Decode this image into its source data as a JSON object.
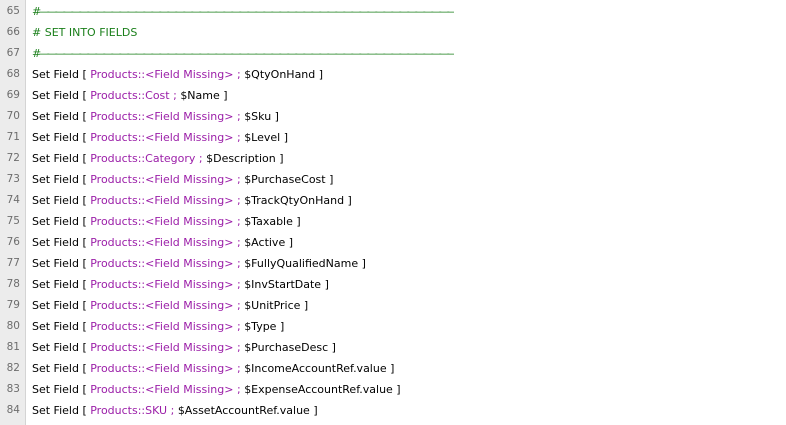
{
  "editor": {
    "lines": [
      {
        "num": "65",
        "kind": "comment",
        "text": "# ———————————————————————————————————————————————————————"
      },
      {
        "num": "66",
        "kind": "comment",
        "text": "# SET INTO FIELDS"
      },
      {
        "num": "67",
        "kind": "comment",
        "text": "# ———————————————————————————————————————————————————————"
      },
      {
        "num": "68",
        "kind": "step",
        "step": "Set Field [ ",
        "field": "Products::<Field Missing>",
        "sep": " ; ",
        "value": "$QtyOnHand ]"
      },
      {
        "num": "69",
        "kind": "step",
        "step": "Set Field [ ",
        "field": "Products::Cost",
        "sep": " ; ",
        "value": "$Name ]"
      },
      {
        "num": "70",
        "kind": "step",
        "step": "Set Field [ ",
        "field": "Products::<Field Missing>",
        "sep": " ; ",
        "value": "$Sku ]"
      },
      {
        "num": "71",
        "kind": "step",
        "step": "Set Field [ ",
        "field": "Products::<Field Missing>",
        "sep": " ; ",
        "value": "$Level ]"
      },
      {
        "num": "72",
        "kind": "step",
        "step": "Set Field [ ",
        "field": "Products::Category",
        "sep": " ; ",
        "value": "$Description ]"
      },
      {
        "num": "73",
        "kind": "step",
        "step": "Set Field [ ",
        "field": "Products::<Field Missing>",
        "sep": " ; ",
        "value": "$PurchaseCost ]"
      },
      {
        "num": "74",
        "kind": "step",
        "step": "Set Field [ ",
        "field": "Products::<Field Missing>",
        "sep": " ; ",
        "value": "$TrackQtyOnHand ]"
      },
      {
        "num": "75",
        "kind": "step",
        "step": "Set Field [ ",
        "field": "Products::<Field Missing>",
        "sep": " ; ",
        "value": "$Taxable ]"
      },
      {
        "num": "76",
        "kind": "step",
        "step": "Set Field [ ",
        "field": "Products::<Field Missing>",
        "sep": " ; ",
        "value": "$Active ]"
      },
      {
        "num": "77",
        "kind": "step",
        "step": "Set Field [ ",
        "field": "Products::<Field Missing>",
        "sep": " ; ",
        "value": "$FullyQualifiedName ]"
      },
      {
        "num": "78",
        "kind": "step",
        "step": "Set Field [ ",
        "field": "Products::<Field Missing>",
        "sep": " ; ",
        "value": "$InvStartDate ]"
      },
      {
        "num": "79",
        "kind": "step",
        "step": "Set Field [ ",
        "field": "Products::<Field Missing>",
        "sep": " ; ",
        "value": "$UnitPrice ]"
      },
      {
        "num": "80",
        "kind": "step",
        "step": "Set Field [ ",
        "field": "Products::<Field Missing>",
        "sep": " ; ",
        "value": "$Type ]"
      },
      {
        "num": "81",
        "kind": "step",
        "step": "Set Field [ ",
        "field": "Products::<Field Missing>",
        "sep": " ; ",
        "value": "$PurchaseDesc ]"
      },
      {
        "num": "82",
        "kind": "step",
        "step": "Set Field [ ",
        "field": "Products::<Field Missing>",
        "sep": " ; ",
        "value": "$IncomeAccountRef.value ]"
      },
      {
        "num": "83",
        "kind": "step",
        "step": "Set Field [ ",
        "field": "Products::<Field Missing>",
        "sep": " ; ",
        "value": "$ExpenseAccountRef.value ]"
      },
      {
        "num": "84",
        "kind": "step",
        "step": "Set Field [ ",
        "field": "Products::SKU",
        "sep": " ; ",
        "value": "$AssetAccountRef.value ]"
      }
    ]
  }
}
